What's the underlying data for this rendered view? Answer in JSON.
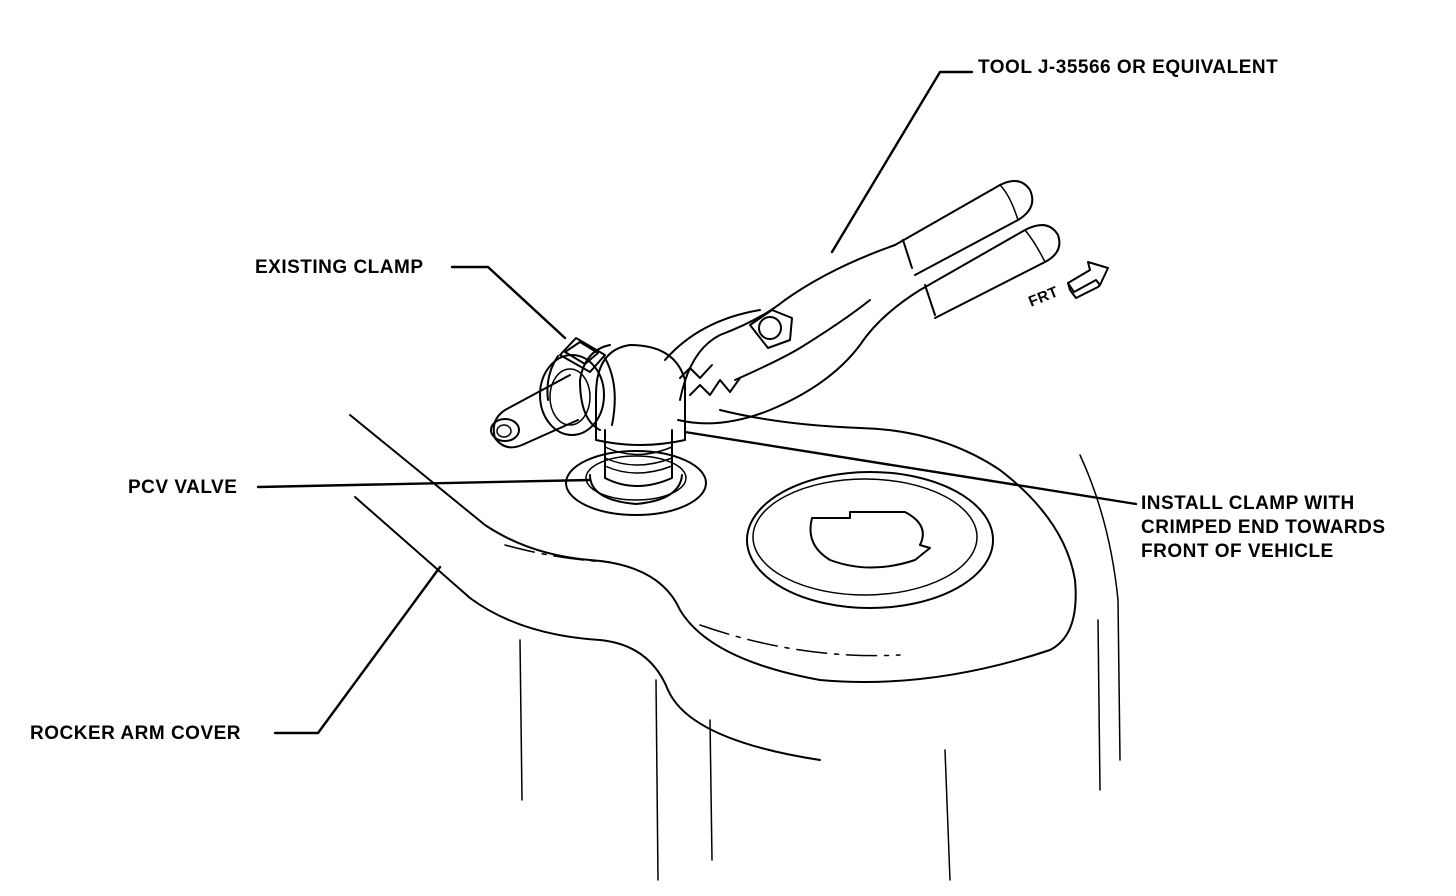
{
  "labels": {
    "tool": "TOOL J-35566 OR EQUIVALENT",
    "existing_clamp": "EXISTING CLAMP",
    "pcv_valve": "PCV VALVE",
    "install_line1": "INSTALL CLAMP WITH",
    "install_line2": "CRIMPED END TOWARDS",
    "install_line3": "FRONT OF VEHICLE",
    "rocker_arm_cover": "ROCKER ARM COVER",
    "frt": "FRT"
  }
}
